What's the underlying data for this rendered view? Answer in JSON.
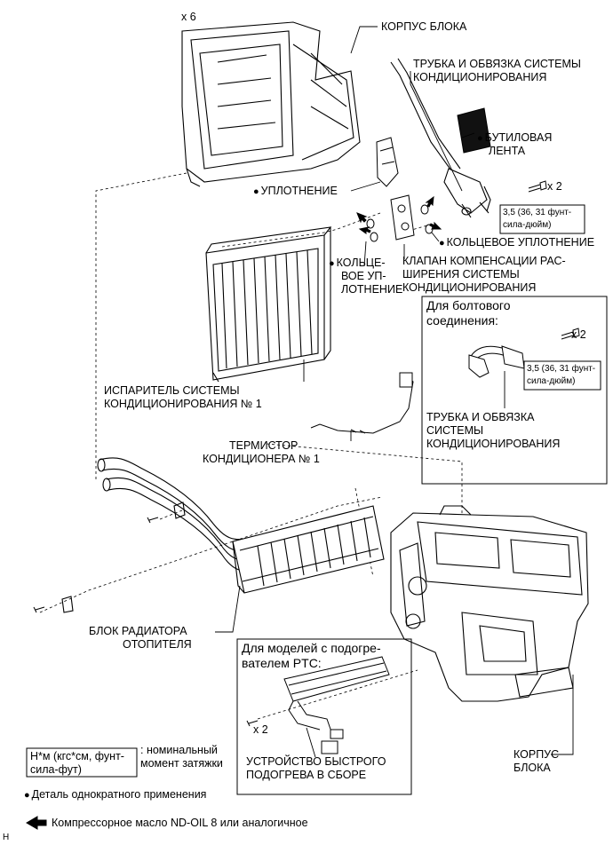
{
  "qty": {
    "x6": "x 6",
    "x2_a": "x 2",
    "x2_b": "x 2",
    "x2_c": "x 2"
  },
  "torque": {
    "a_line1": "3,5 (36, 31 фунт-",
    "a_line2": "сила-дюйм)",
    "b_line1": "3,5 (36, 31 фунт-",
    "b_line2": "сила-дюйм)"
  },
  "labels": {
    "housing_top": "КОРПУС БЛОКА",
    "pipe_top_1": "ТРУБКА И ОБВЯЗКА СИСТЕМЫ",
    "pipe_top_2": "КОНДИЦИОНИРОВАНИЯ",
    "butyl_1": "БУТИЛОВАЯ",
    "butyl_2": "ЛЕНТА",
    "seal": "УПЛОТНЕНИЕ",
    "oring_right": "КОЛЬЦЕВОЕ УПЛОТНЕНИЕ",
    "oring_left_1": "КОЛЬЦЕ-",
    "oring_left_2": "ВОЕ УП-",
    "oring_left_3": "ЛОТНЕНИЕ",
    "valve_1": "КЛАПАН КОМПЕНСАЦИИ РАС-",
    "valve_2": "ШИРЕНИЯ СИСТЕМЫ",
    "valve_3": "КОНДИЦИОНИРОВАНИЯ",
    "evaporator_1": "ИСПАРИТЕЛЬ СИСТЕМЫ",
    "evaporator_2": "КОНДИЦИОНИРОВАНИЯ № 1",
    "thermistor_1": "ТЕРМИСТОР",
    "thermistor_2": "КОНДИЦИОНЕРА № 1",
    "heater_core_1": "БЛОК РАДИАТОРА",
    "heater_core_2": "ОТОПИТЕЛЯ",
    "housing_bottom_1": "КОРПУС",
    "housing_bottom_2": "БЛОКА",
    "ptc_unit_1": "УСТРОЙСТВО БЫСТРОГО",
    "ptc_unit_2": "ПОДОГРЕВА В СБОРЕ",
    "footer_letter": "H"
  },
  "inset_bolt": {
    "title_1": "Для болтового",
    "title_2": "соединения:",
    "pipe_1": "ТРУБКА И ОБВЯЗКА",
    "pipe_2": "СИСТЕМЫ",
    "pipe_3": "КОНДИЦИОНИРОВАНИЯ"
  },
  "inset_ptc": {
    "title_1": "Для моделей с подогре-",
    "title_2": "вателем PTC:"
  },
  "legend": {
    "torque_box_1": "Н*м (кгс*см, фунт-",
    "torque_box_2": "сила-фут)",
    "torque_desc_1": ": номинальный",
    "torque_desc_2": "момент затяжки",
    "single_use": "Деталь однократного применения",
    "oil": "Компрессорное масло ND-OIL 8 или аналогичное"
  }
}
